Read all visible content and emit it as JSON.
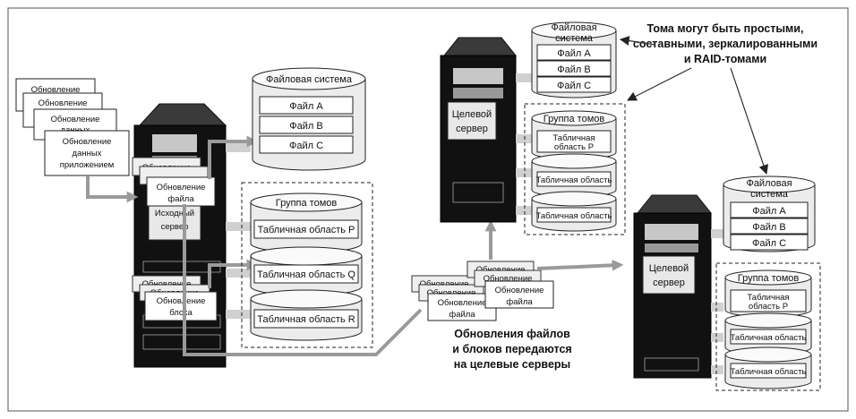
{
  "source_server": {
    "label_line1": "Исходный",
    "label_line2": "сервер"
  },
  "app_updates": {
    "card1": "Обновление",
    "card2": "Обновление",
    "card3_line1": "Обновление",
    "card3_line2": "данных",
    "card4_line1": "Обновление",
    "card4_line2": "данных",
    "card4_line3": "приложением"
  },
  "source_file_updates": {
    "back": "Обновление",
    "front_line1": "Обновление",
    "front_line2": "файла"
  },
  "source_block_updates": {
    "back1": "Обновление",
    "back2": "Обновление",
    "front_line1": "Обновление",
    "front_line2": "блока"
  },
  "source_fs": {
    "title": "Файловая система",
    "file_a": "Файл A",
    "file_b": "Файл B",
    "file_c": "Файл C"
  },
  "source_vg": {
    "title": "Группа томов",
    "area_p": "Табличная область P",
    "area_q": "Табличная область Q",
    "area_r": "Табличная область R"
  },
  "target1": {
    "label_line1": "Целевой",
    "label_line2": "сервер",
    "fs_title_line1": "Файловая",
    "fs_title_line2": "система",
    "file_a": "Файл A",
    "file_b": "Файл B",
    "file_c": "Файл C",
    "vg_title": "Группа томов",
    "area_p_line1": "Табличная",
    "area_p_line2": "область P",
    "area_2": "Табличная область",
    "area_3": "Табличная область"
  },
  "target2": {
    "label_line1": "Целевой",
    "label_line2": "сервер",
    "fs_title_line1": "Файловая",
    "fs_title_line2": "система",
    "file_a": "Файл A",
    "file_b": "Файл B",
    "file_c": "Файл C",
    "vg_title": "Группа томов",
    "area_p_line1": "Табличная",
    "area_p_line2": "область P",
    "area_2": "Табличная область",
    "area_3": "Табличная область"
  },
  "transit_updates": {
    "c1": "Обновление",
    "c2": "Обновление",
    "c3": "Обновление",
    "c4": "Обновление",
    "c5_line1": "Обновление",
    "c5_line2": "файла",
    "c6_line1": "Обновление",
    "c6_line2": "файла"
  },
  "callout_volumes": {
    "line1": "Тома могут быть простыми,",
    "line2": "составными, зеркалированными",
    "line3": "и RAID-томами"
  },
  "callout_transfer": {
    "line1": "Обновления файлов",
    "line2": "и блоков передаются",
    "line3": "на целевые серверы"
  }
}
